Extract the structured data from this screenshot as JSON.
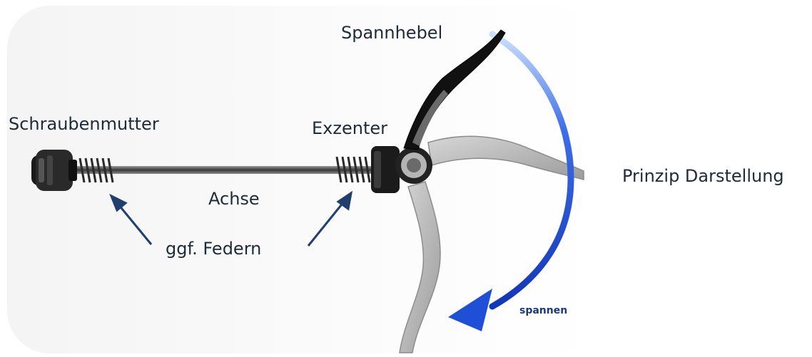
{
  "labels": {
    "spannhebel": "Spannhebel",
    "schraubenmutter": "Schraubenmutter",
    "exzenter": "Exzenter",
    "achse": "Achse",
    "federn": "ggf. Federn",
    "prinzip": "Prinzip Darstellung",
    "spannen": "spannen"
  },
  "colors": {
    "arrow_blue": "#1f4fd6",
    "label_arrow": "#1f3f6e",
    "metal_dark": "#1a1a1a",
    "metal_light": "#b9b9b9",
    "axle": "#6e6e6e"
  },
  "icons": {
    "rotation_arrow": "curved-arrow-icon",
    "pointer_arrow": "arrow-up-icon"
  }
}
